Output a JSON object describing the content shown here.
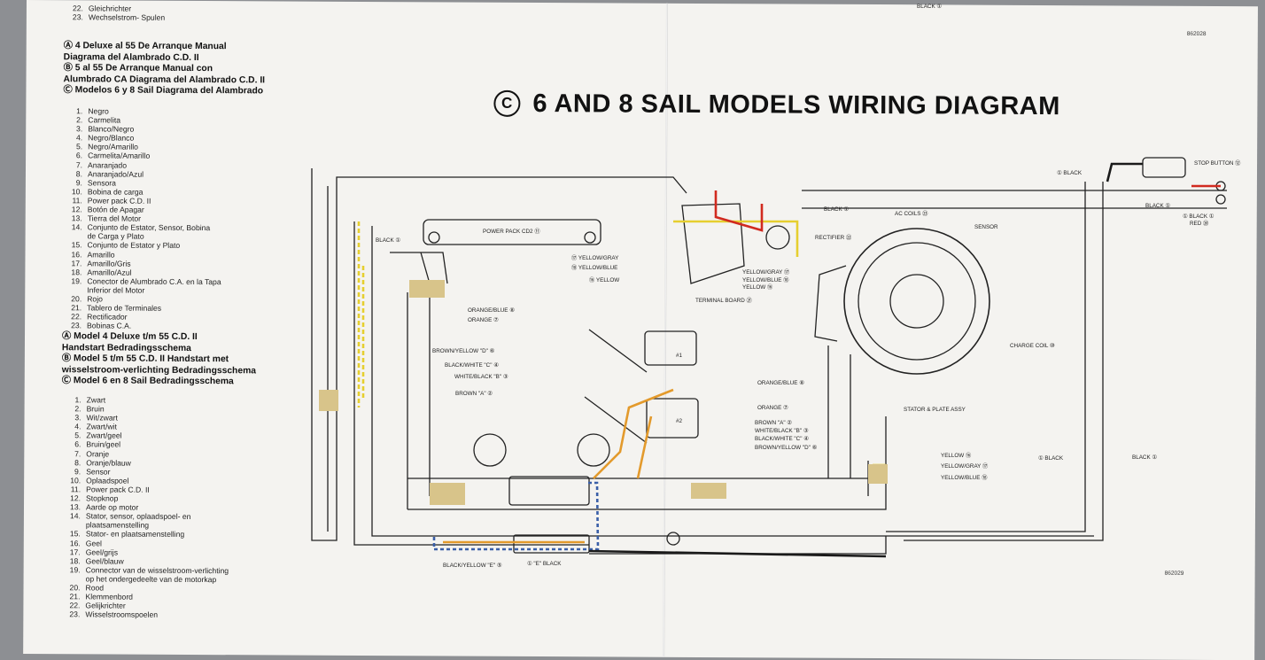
{
  "diagram_title": "6 AND 8 SAIL MODELS WIRING DIAGRAM",
  "title_marker": "C",
  "doc_codes": {
    "top": "862028",
    "bottom": "862029"
  },
  "top_cut_legend": [
    {
      "num": "22.",
      "text": "Gleichrichter"
    },
    {
      "num": "23.",
      "text": "Wechselstrom- Spulen"
    }
  ],
  "spanish_header": [
    "Ⓐ 4 Deluxe al 55 De Arranque Manual",
    "Diagrama del Alambrado C.D. II",
    "Ⓑ 5 al 55 De Arranque Manual con",
    "Alumbrado CA Diagrama del Alambrado C.D. II",
    "Ⓒ Modelos 6 y 8 Sail Diagrama del Alambrado"
  ],
  "spanish_legend": [
    {
      "num": "1.",
      "text": "Negro"
    },
    {
      "num": "2.",
      "text": "Carmelita"
    },
    {
      "num": "3.",
      "text": "Blanco/Negro"
    },
    {
      "num": "4.",
      "text": "Negro/Blanco"
    },
    {
      "num": "5.",
      "text": "Negro/Amarillo"
    },
    {
      "num": "6.",
      "text": "Carmelita/Amarillo"
    },
    {
      "num": "7.",
      "text": "Anaranjado"
    },
    {
      "num": "8.",
      "text": "Anaranjado/Azul"
    },
    {
      "num": "9.",
      "text": "Sensora"
    },
    {
      "num": "10.",
      "text": "Bobina de carga"
    },
    {
      "num": "11.",
      "text": "Power pack C.D. II"
    },
    {
      "num": "12.",
      "text": "Botón de Apagar"
    },
    {
      "num": "13.",
      "text": "Tierra del Motor"
    },
    {
      "num": "14.",
      "text": "Conjunto de Estator, Sensor, Bobina"
    },
    {
      "num": "",
      "text": "de Carga y Plato"
    },
    {
      "num": "15.",
      "text": "Conjunto de Estator y Plato"
    },
    {
      "num": "16.",
      "text": "Amarillo"
    },
    {
      "num": "17.",
      "text": "Amarillo/Gris"
    },
    {
      "num": "18.",
      "text": "Amarillo/Azul"
    },
    {
      "num": "19.",
      "text": "Conector de Alumbrado C.A. en la Tapa"
    },
    {
      "num": "",
      "text": "Inferior del Motor"
    },
    {
      "num": "20.",
      "text": "Rojo"
    },
    {
      "num": "21.",
      "text": "Tablero de Terminales"
    },
    {
      "num": "22.",
      "text": "Rectificador"
    },
    {
      "num": "23.",
      "text": "Bobinas C.A."
    }
  ],
  "dutch_header": [
    "Ⓐ Model 4 Deluxe t/m 55 C.D. II",
    "Handstart Bedradingsschema",
    "Ⓑ Model 5 t/m 55 C.D. II Handstart met",
    "wisselstroom-verlichting Bedradingsschema",
    "Ⓒ Model 6 en 8 Sail Bedradingsschema"
  ],
  "dutch_legend": [
    {
      "num": "1.",
      "text": "Zwart"
    },
    {
      "num": "2.",
      "text": "Bruin"
    },
    {
      "num": "3.",
      "text": "Wit/zwart"
    },
    {
      "num": "4.",
      "text": "Zwart/wit"
    },
    {
      "num": "5.",
      "text": "Zwart/geel"
    },
    {
      "num": "6.",
      "text": "Bruin/geel"
    },
    {
      "num": "7.",
      "text": "Oranje"
    },
    {
      "num": "8.",
      "text": "Oranje/blauw"
    },
    {
      "num": "9.",
      "text": "Sensor"
    },
    {
      "num": "10.",
      "text": "Oplaadspoel"
    },
    {
      "num": "11.",
      "text": "Power pack C.D. II"
    },
    {
      "num": "12.",
      "text": "Stopknop"
    },
    {
      "num": "13.",
      "text": "Aarde op motor"
    },
    {
      "num": "14.",
      "text": "Stator, sensor, oplaadspoel- en"
    },
    {
      "num": "",
      "text": "plaatsamenstelling"
    },
    {
      "num": "15.",
      "text": "Stator- en plaatsamenstelling"
    },
    {
      "num": "16.",
      "text": "Geel"
    },
    {
      "num": "17.",
      "text": "Geel/grijs"
    },
    {
      "num": "18.",
      "text": "Geel/blauw"
    },
    {
      "num": "19.",
      "text": "Connector van de wisselstroom-verlichting"
    },
    {
      "num": "",
      "text": "op het ondergedeelte van de motorkap"
    },
    {
      "num": "20.",
      "text": "Rood"
    },
    {
      "num": "21.",
      "text": "Klemmenbord"
    },
    {
      "num": "22.",
      "text": "Gelijkrichter"
    },
    {
      "num": "23.",
      "text": "Wisselstroomspoelen"
    }
  ],
  "wire_labels": {
    "power_pack": "POWER PACK CD2 ⑪",
    "black_1_left": "BLACK ①",
    "black_1_top": "BLACK ①",
    "black_1_stop": "① BLACK",
    "stop_button": "STOP BUTTON ⑫",
    "black_1_right_a": "BLACK ①",
    "black_1_right_b": "① BLACK ①",
    "red": "RED ⑳",
    "black_upper": "BLACK ①",
    "ac_coils": "AC COILS ㉓",
    "rectifier": "RECTIFIER ㉒",
    "yellow_gray_l": "⑰ YELLOW/GRAY",
    "yellow_blue_l": "⑱ YELLOW/BLUE",
    "yellow_l": "⑯ YELLOW",
    "yellow_gray_r": "YELLOW/GRAY ⑰",
    "yellow_blue_r": "YELLOW/BLUE ⑱",
    "yellow_r": "YELLOW ⑯",
    "terminal_board": "TERMINAL BOARD ㉑",
    "orange_blue_1": "ORANGE/BLUE ⑧",
    "orange_1": "ORANGE ⑦",
    "sensor": "SENSOR",
    "charge_coil": "CHARGE COIL ⑩",
    "stator_plate": "STATOR & PLATE ASSY",
    "brown_yellow_d": "BROWN/YELLOW \"D\" ⑥",
    "black_white_c": "BLACK/WHITE \"C\" ④",
    "white_black_b": "WHITE/BLACK \"B\" ③",
    "brown_a": "BROWN \"A\" ②",
    "orange_blue_2": "ORANGE/BLUE ⑧",
    "orange_2": "ORANGE ⑦",
    "brown_a_r": "BROWN \"A\" ②",
    "white_black_b_r": "WHITE/BLACK \"B\" ③",
    "black_white_c_r": "BLACK/WHITE \"C\" ④",
    "brown_yellow_d_r": "BROWN/YELLOW \"D\" ⑥",
    "cyl1": "#1",
    "cyl2": "#2",
    "yellow_16": "YELLOW ⑯",
    "yellow_gray_17": "YELLOW/GRAY ⑰",
    "yellow_blue_18": "YELLOW/BLUE ⑱",
    "black_1_lr_a": "① BLACK",
    "black_1_lr_b": "BLACK ①",
    "black_yellow_e": "BLACK/YELLOW \"E\" ⑤",
    "e_black": "① \"E\" BLACK"
  },
  "colors": {
    "black_wire": "#1a1a1a",
    "orange_wire": "#e39a2c",
    "blue_wire": "#3a5fa8",
    "yellow_wire": "#e6cf2f",
    "red_wire": "#d12a1f"
  }
}
